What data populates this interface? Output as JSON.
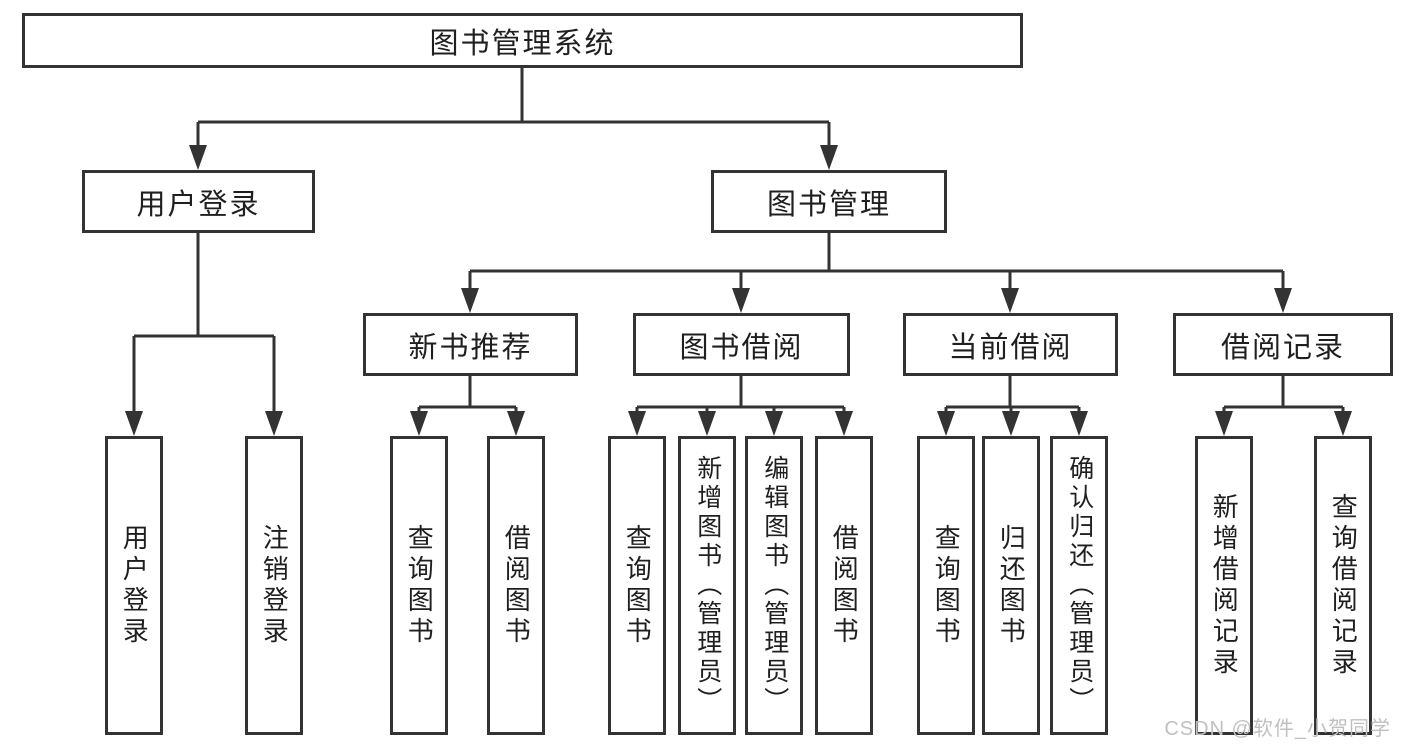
{
  "nodes": {
    "root": {
      "label": "图书管理系统"
    },
    "user_login": {
      "label": "用户登录"
    },
    "book_management": {
      "label": "图书管理"
    },
    "new_book_recommend": {
      "label": "新书推荐"
    },
    "book_borrow": {
      "label": "图书借阅"
    },
    "current_borrow": {
      "label": "当前借阅"
    },
    "borrow_records": {
      "label": "借阅记录"
    },
    "leaf_user_login": {
      "label": "用户登录"
    },
    "leaf_logout": {
      "label": "注销登录"
    },
    "leaf_query_books_recommend": {
      "label": "查询图书"
    },
    "leaf_borrow_books_recommend": {
      "label": "借阅图书"
    },
    "leaf_query_books_borrow": {
      "label": "查询图书"
    },
    "leaf_add_books_admin": {
      "label": "新增图书（管理员）"
    },
    "leaf_edit_books_admin": {
      "label": "编辑图书（管理员）"
    },
    "leaf_borrow_books_borrow": {
      "label": "借阅图书"
    },
    "leaf_query_books_current": {
      "label": "查询图书"
    },
    "leaf_return_books": {
      "label": "归还图书"
    },
    "leaf_confirm_return_admin": {
      "label": "确认归还（管理员）"
    },
    "leaf_add_borrow_record": {
      "label": "新增借阅记录"
    },
    "leaf_query_borrow_record": {
      "label": "查询借阅记录"
    }
  },
  "watermark": {
    "text": "CSDN @软件_小贺同学"
  },
  "colors": {
    "line": "#333333",
    "box_border": "#333333",
    "text": "#1f1f1f",
    "watermark": "#c0c0c0",
    "background": "#ffffff"
  }
}
